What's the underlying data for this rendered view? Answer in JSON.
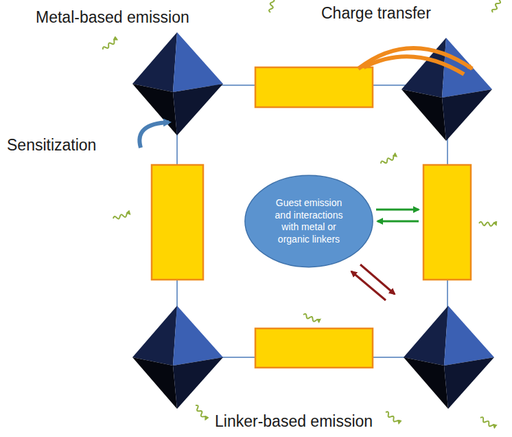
{
  "diagram": {
    "nodes": [
      {
        "text": [
          "Guest emission and interactions with metal or organic linkers"
        ]
      }
    ],
    "labels": [
      "Metal-based emission",
      "Charge transfer",
      "Sensitization",
      "Linker-based emission"
    ]
  }
}
